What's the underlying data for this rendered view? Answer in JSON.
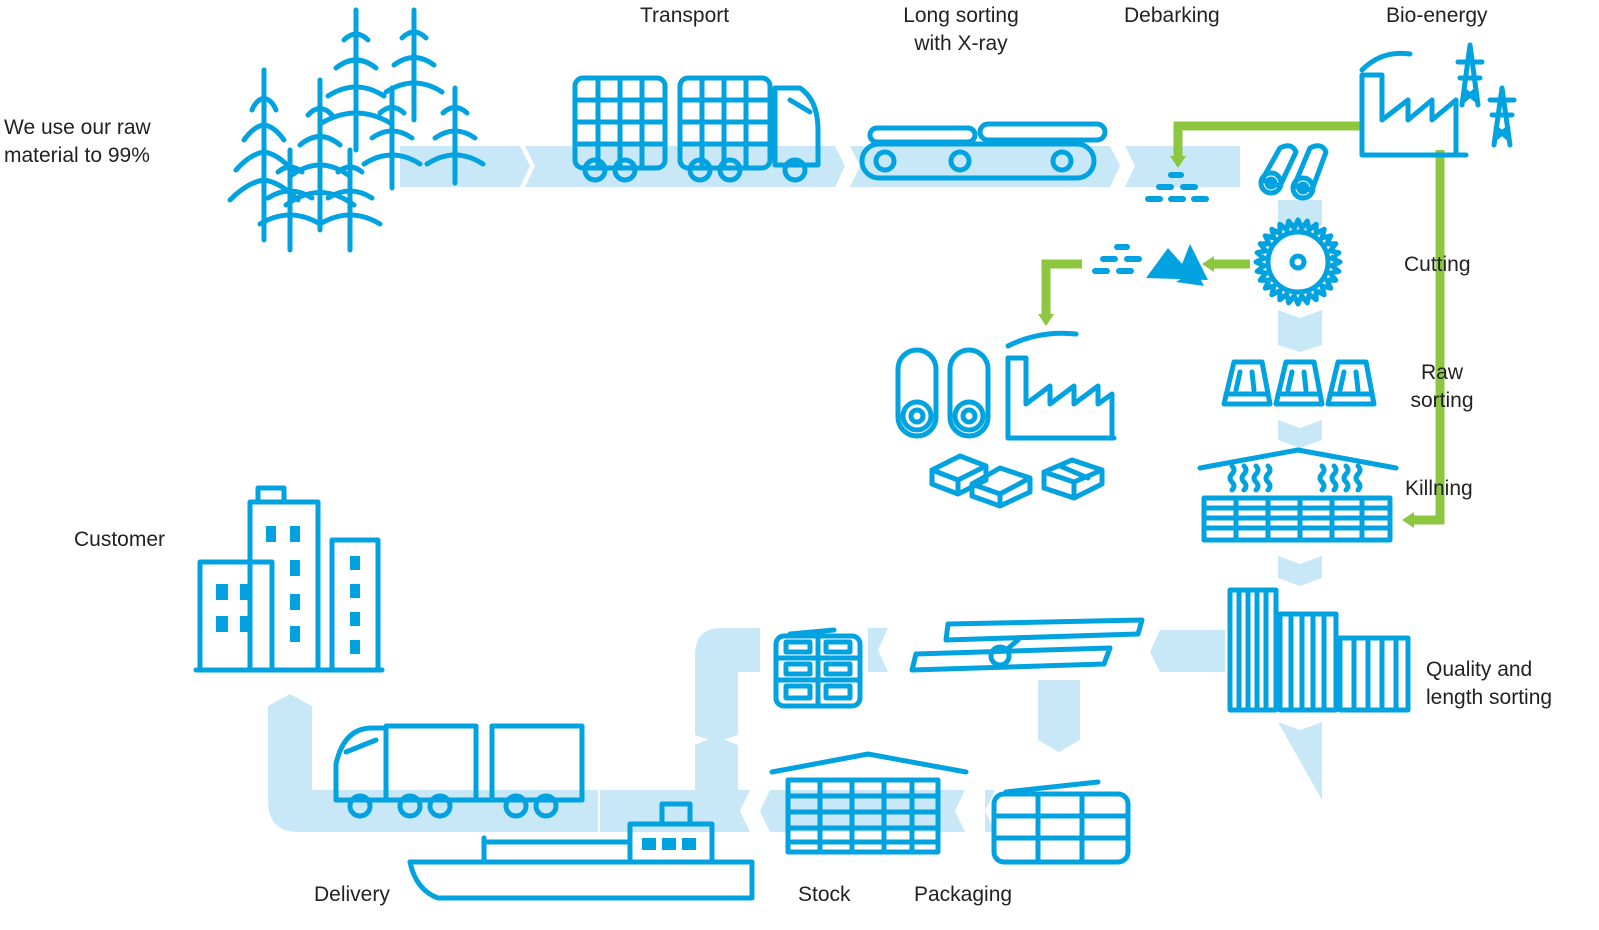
{
  "labels": {
    "raw_material_line1": "We use our raw",
    "raw_material_line2": "material to 99%",
    "transport": "Transport",
    "long_sorting_line1": "Long sorting",
    "long_sorting_line2": "with X-ray",
    "debarking": "Debarking",
    "bio_energy": "Bio-energy",
    "cutting": "Cutting",
    "raw_sorting_line1": "Raw",
    "raw_sorting_line2": "sorting",
    "killning": "Killning",
    "quality_sorting_line1": "Quality and",
    "quality_sorting_line2": "length sorting",
    "customer": "Customer",
    "delivery": "Delivery",
    "stock": "Stock",
    "packaging": "Packaging"
  },
  "colors": {
    "icon_blue": "#00a3e0",
    "flow_band": "#c8e8f8",
    "byproduct_green": "#8dc63f",
    "text": "#222222"
  },
  "icons": [
    "forest-icon",
    "timber-truck-icon",
    "conveyor-xray-icon",
    "bark-pile-icon",
    "log-pair-icon",
    "bio-energy-plant-icon",
    "power-pylon-icon",
    "saw-blade-icon",
    "sawdust-pile-icon",
    "pulp-mill-icon",
    "raw-boards-icon",
    "drying-kiln-icon",
    "sorted-boards-icon",
    "plank-inspection-icon",
    "lumber-bundle-icon",
    "warehouse-stock-icon",
    "cargo-ship-icon",
    "delivery-truck-icon",
    "customer-buildings-icon"
  ]
}
